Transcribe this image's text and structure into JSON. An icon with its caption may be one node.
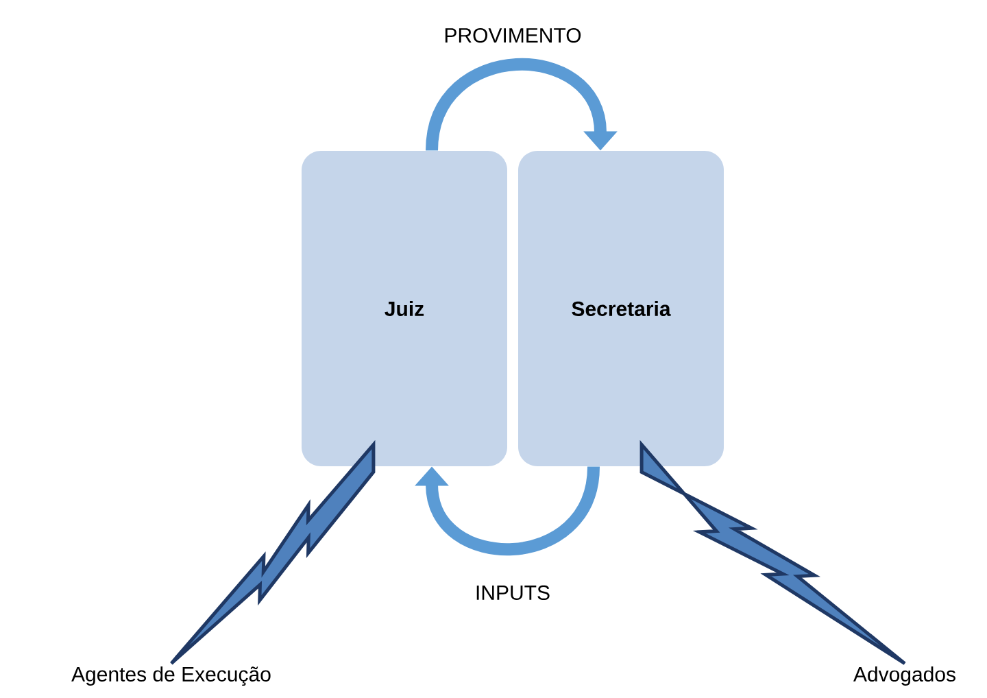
{
  "diagram": {
    "nodes": [
      {
        "text": [
          "Juiz"
        ]
      },
      {
        "text": [
          "Secretaria"
        ]
      },
      {
        "text": [
          "Agentes de Execução"
        ]
      },
      {
        "text": [
          "Advogados"
        ]
      }
    ],
    "edges": [
      {
        "from": 0,
        "to": 1,
        "arrow": "to",
        "label": "PROVIMENTO"
      },
      {
        "from": 1,
        "to": 0,
        "arrow": "to",
        "label": "INPUTS"
      },
      {
        "from": 2,
        "to": 0,
        "arrow": "none"
      },
      {
        "from": 3,
        "to": 1,
        "arrow": "none"
      }
    ]
  }
}
